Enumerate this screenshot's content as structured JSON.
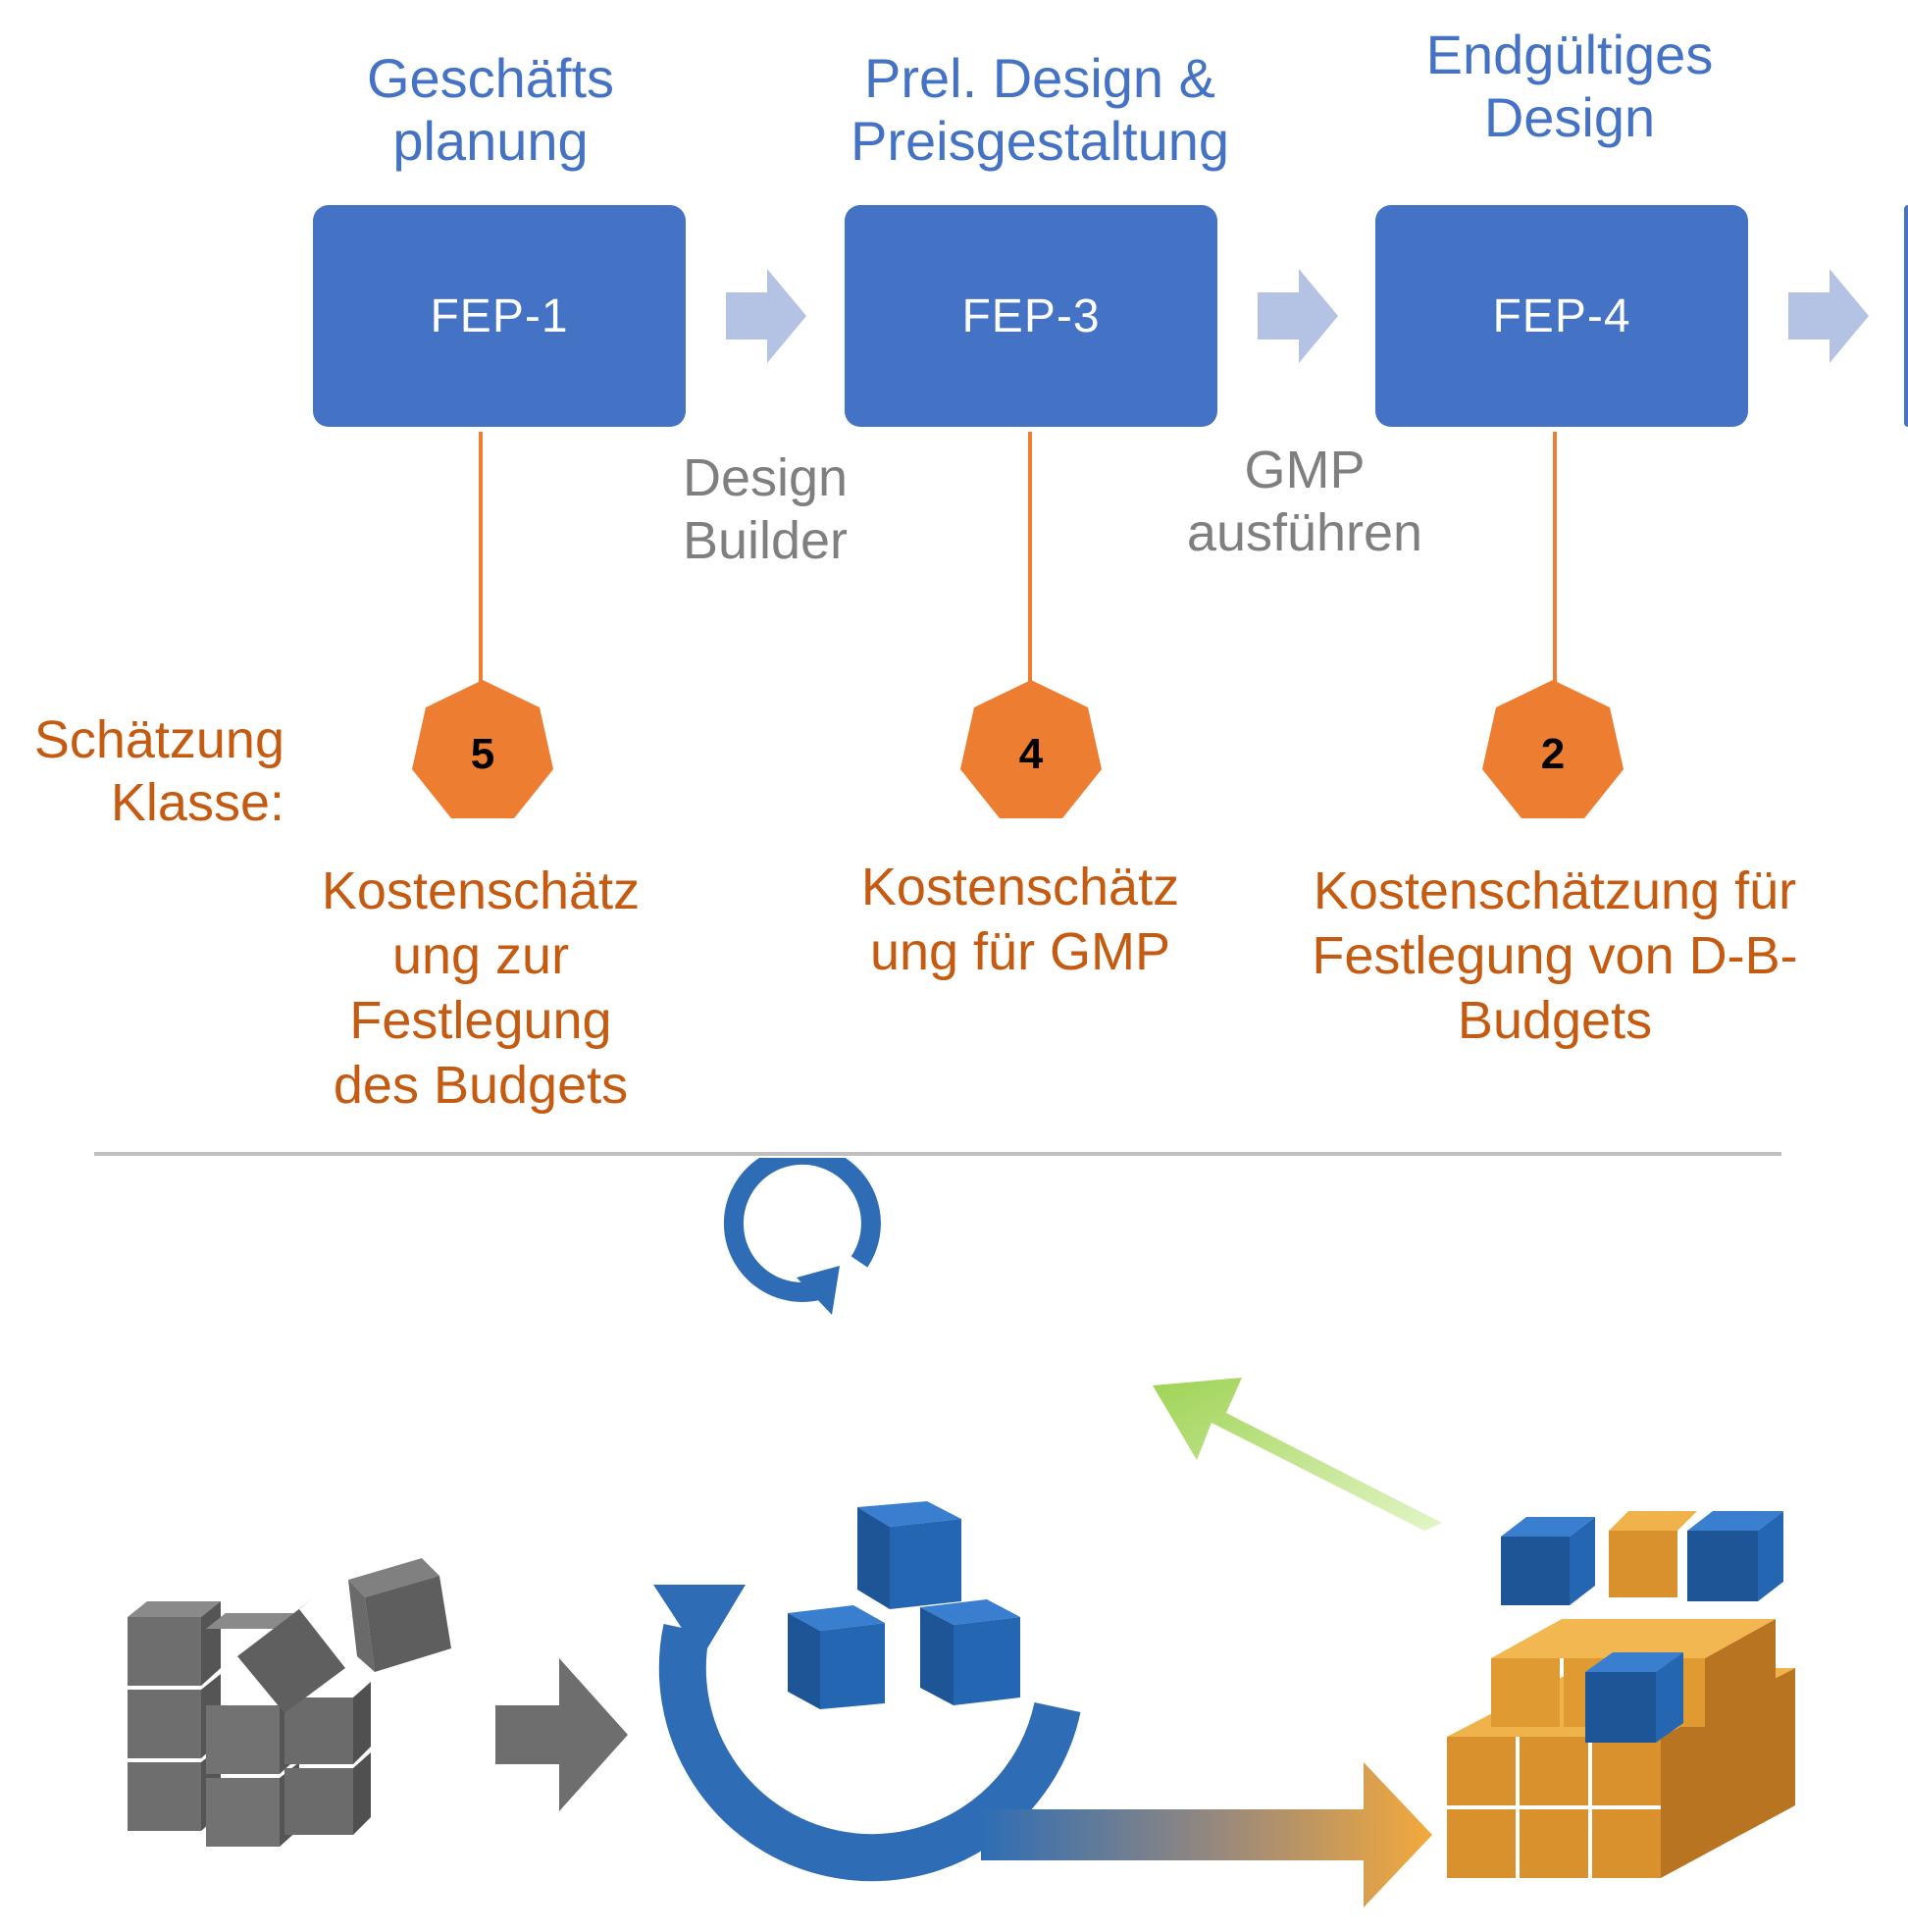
{
  "phases": [
    {
      "title_lines": [
        "Geschäfts",
        "planung"
      ],
      "box_label": "FEP-1",
      "class_number": "5",
      "estimate_lines": [
        "Kostenschätz",
        "ung zur",
        "Festlegung",
        "des Budgets"
      ]
    },
    {
      "title_lines": [
        "Prel. Design &",
        "Preisgestaltung"
      ],
      "box_label": "FEP-3",
      "class_number": "4",
      "estimate_lines": [
        "Kostenschätz",
        "ung für GMP"
      ]
    },
    {
      "title_lines": [
        "Endgültiges",
        "Design"
      ],
      "box_label": "FEP-4",
      "class_number": "2",
      "estimate_lines": [
        "Kostenschätzung für",
        "Festlegung von D-B-",
        "Budgets"
      ]
    }
  ],
  "transitions": [
    {
      "lines": [
        "Design",
        "Builder"
      ]
    },
    {
      "lines": [
        "GMP",
        "ausführen"
      ]
    }
  ],
  "estimate_class_label": [
    "Schätzung",
    "Klasse:"
  ],
  "colors": {
    "box_blue": "#4472c4",
    "title_blue": "#4472c4",
    "arrow_light": "#b4c3e3",
    "orange": "#ed7d31",
    "orange_text": "#c55a11",
    "gray_text": "#7f7f7f",
    "cycle_blue": "#2e6db5",
    "cube_gray": "#6e6e6e",
    "cube_orange": "#e39b32",
    "green_arrow": "#b9e27a"
  },
  "icons": {
    "left": "gray-cubes-icon",
    "center": "iteration-cycle-icon",
    "right": "assembled-cubes-icon"
  }
}
